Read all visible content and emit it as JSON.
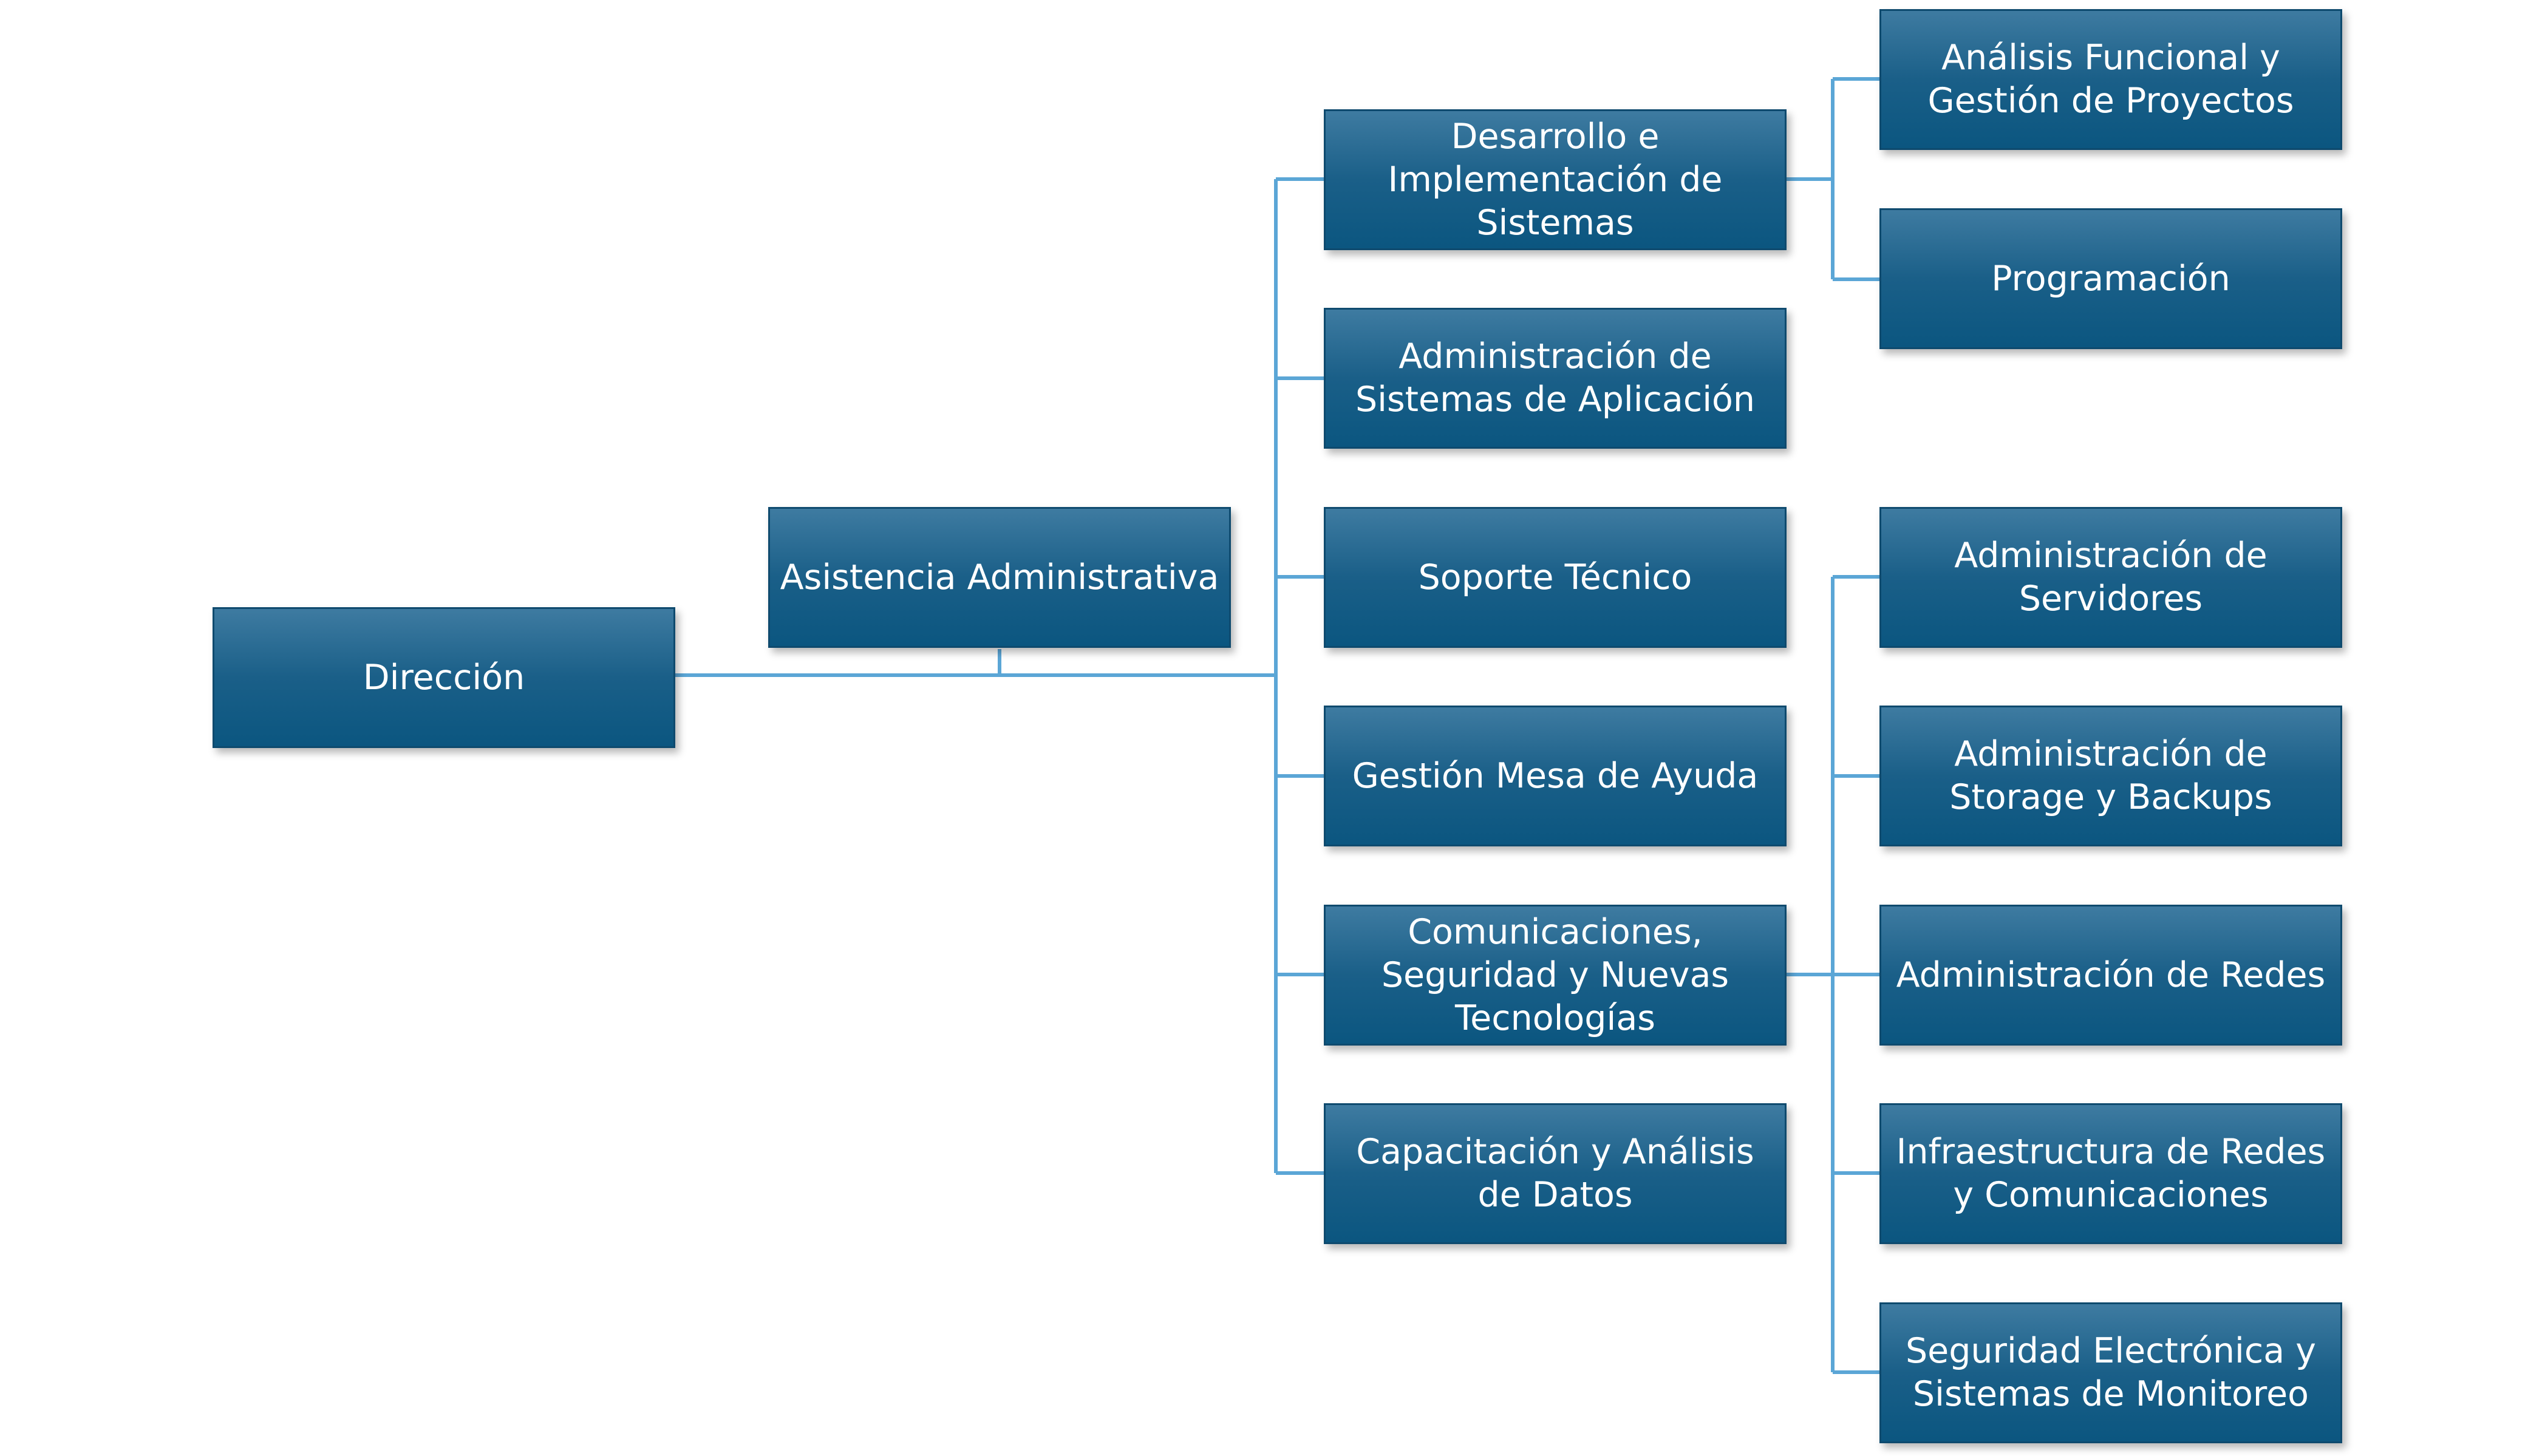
{
  "colors": {
    "node_fill_top": "#3e7ba1",
    "node_fill_bottom": "#0b5680",
    "node_text": "#ffffff",
    "connector": "#5ba6d6"
  },
  "root": {
    "label": "Dirección"
  },
  "assistant": {
    "label": "Asistencia Administrativa"
  },
  "departments": [
    {
      "label": "Desarrollo e Implementación de Sistemas"
    },
    {
      "label": "Administración de Sistemas de Aplicación"
    },
    {
      "label": "Soporte Técnico"
    },
    {
      "label": "Gestión Mesa de Ayuda"
    },
    {
      "label": "Comunicaciones, Seguridad y Nuevas Tecnologías"
    },
    {
      "label": "Capacitación y Análisis de Datos"
    }
  ],
  "development_units": [
    {
      "label": "Análisis Funcional y Gestión de Proyectos"
    },
    {
      "label": "Programación"
    }
  ],
  "communications_units": [
    {
      "label": "Administración de Servidores"
    },
    {
      "label": "Administración de Storage y Backups"
    },
    {
      "label": "Administración de Redes"
    },
    {
      "label": "Infraestructura de Redes y Comunicaciones"
    },
    {
      "label": "Seguridad Electrónica y Sistemas de Monitoreo"
    }
  ]
}
